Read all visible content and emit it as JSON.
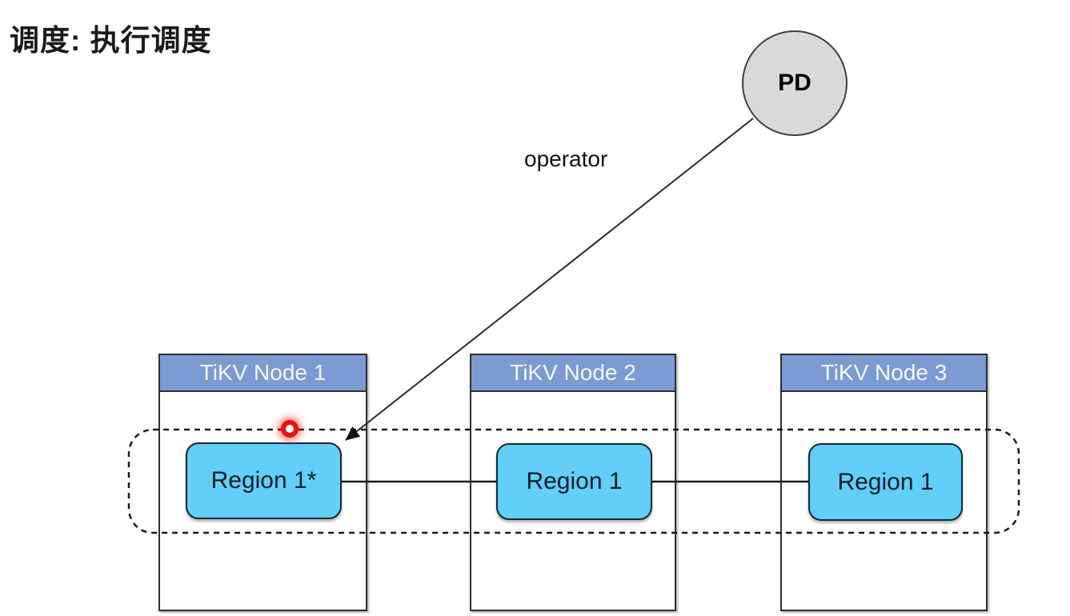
{
  "title": "调度: 执行调度",
  "pd": {
    "label": "PD"
  },
  "operator": {
    "label": "operator"
  },
  "nodes": [
    {
      "label": "TiKV Node 1",
      "region": {
        "label": "Region 1*"
      }
    },
    {
      "label": "TiKV Node 2",
      "region": {
        "label": "Region 1"
      }
    },
    {
      "label": "TiKV Node 3",
      "region": {
        "label": "Region 1"
      }
    }
  ],
  "colors": {
    "node_header_fill": "#7b9bd2",
    "node_header_text": "#f4f7fc",
    "region_fill": "#63cef7",
    "pd_fill": "#d9d9d9",
    "laser_pointer": "#e81313",
    "line": "#1a1a1a"
  }
}
